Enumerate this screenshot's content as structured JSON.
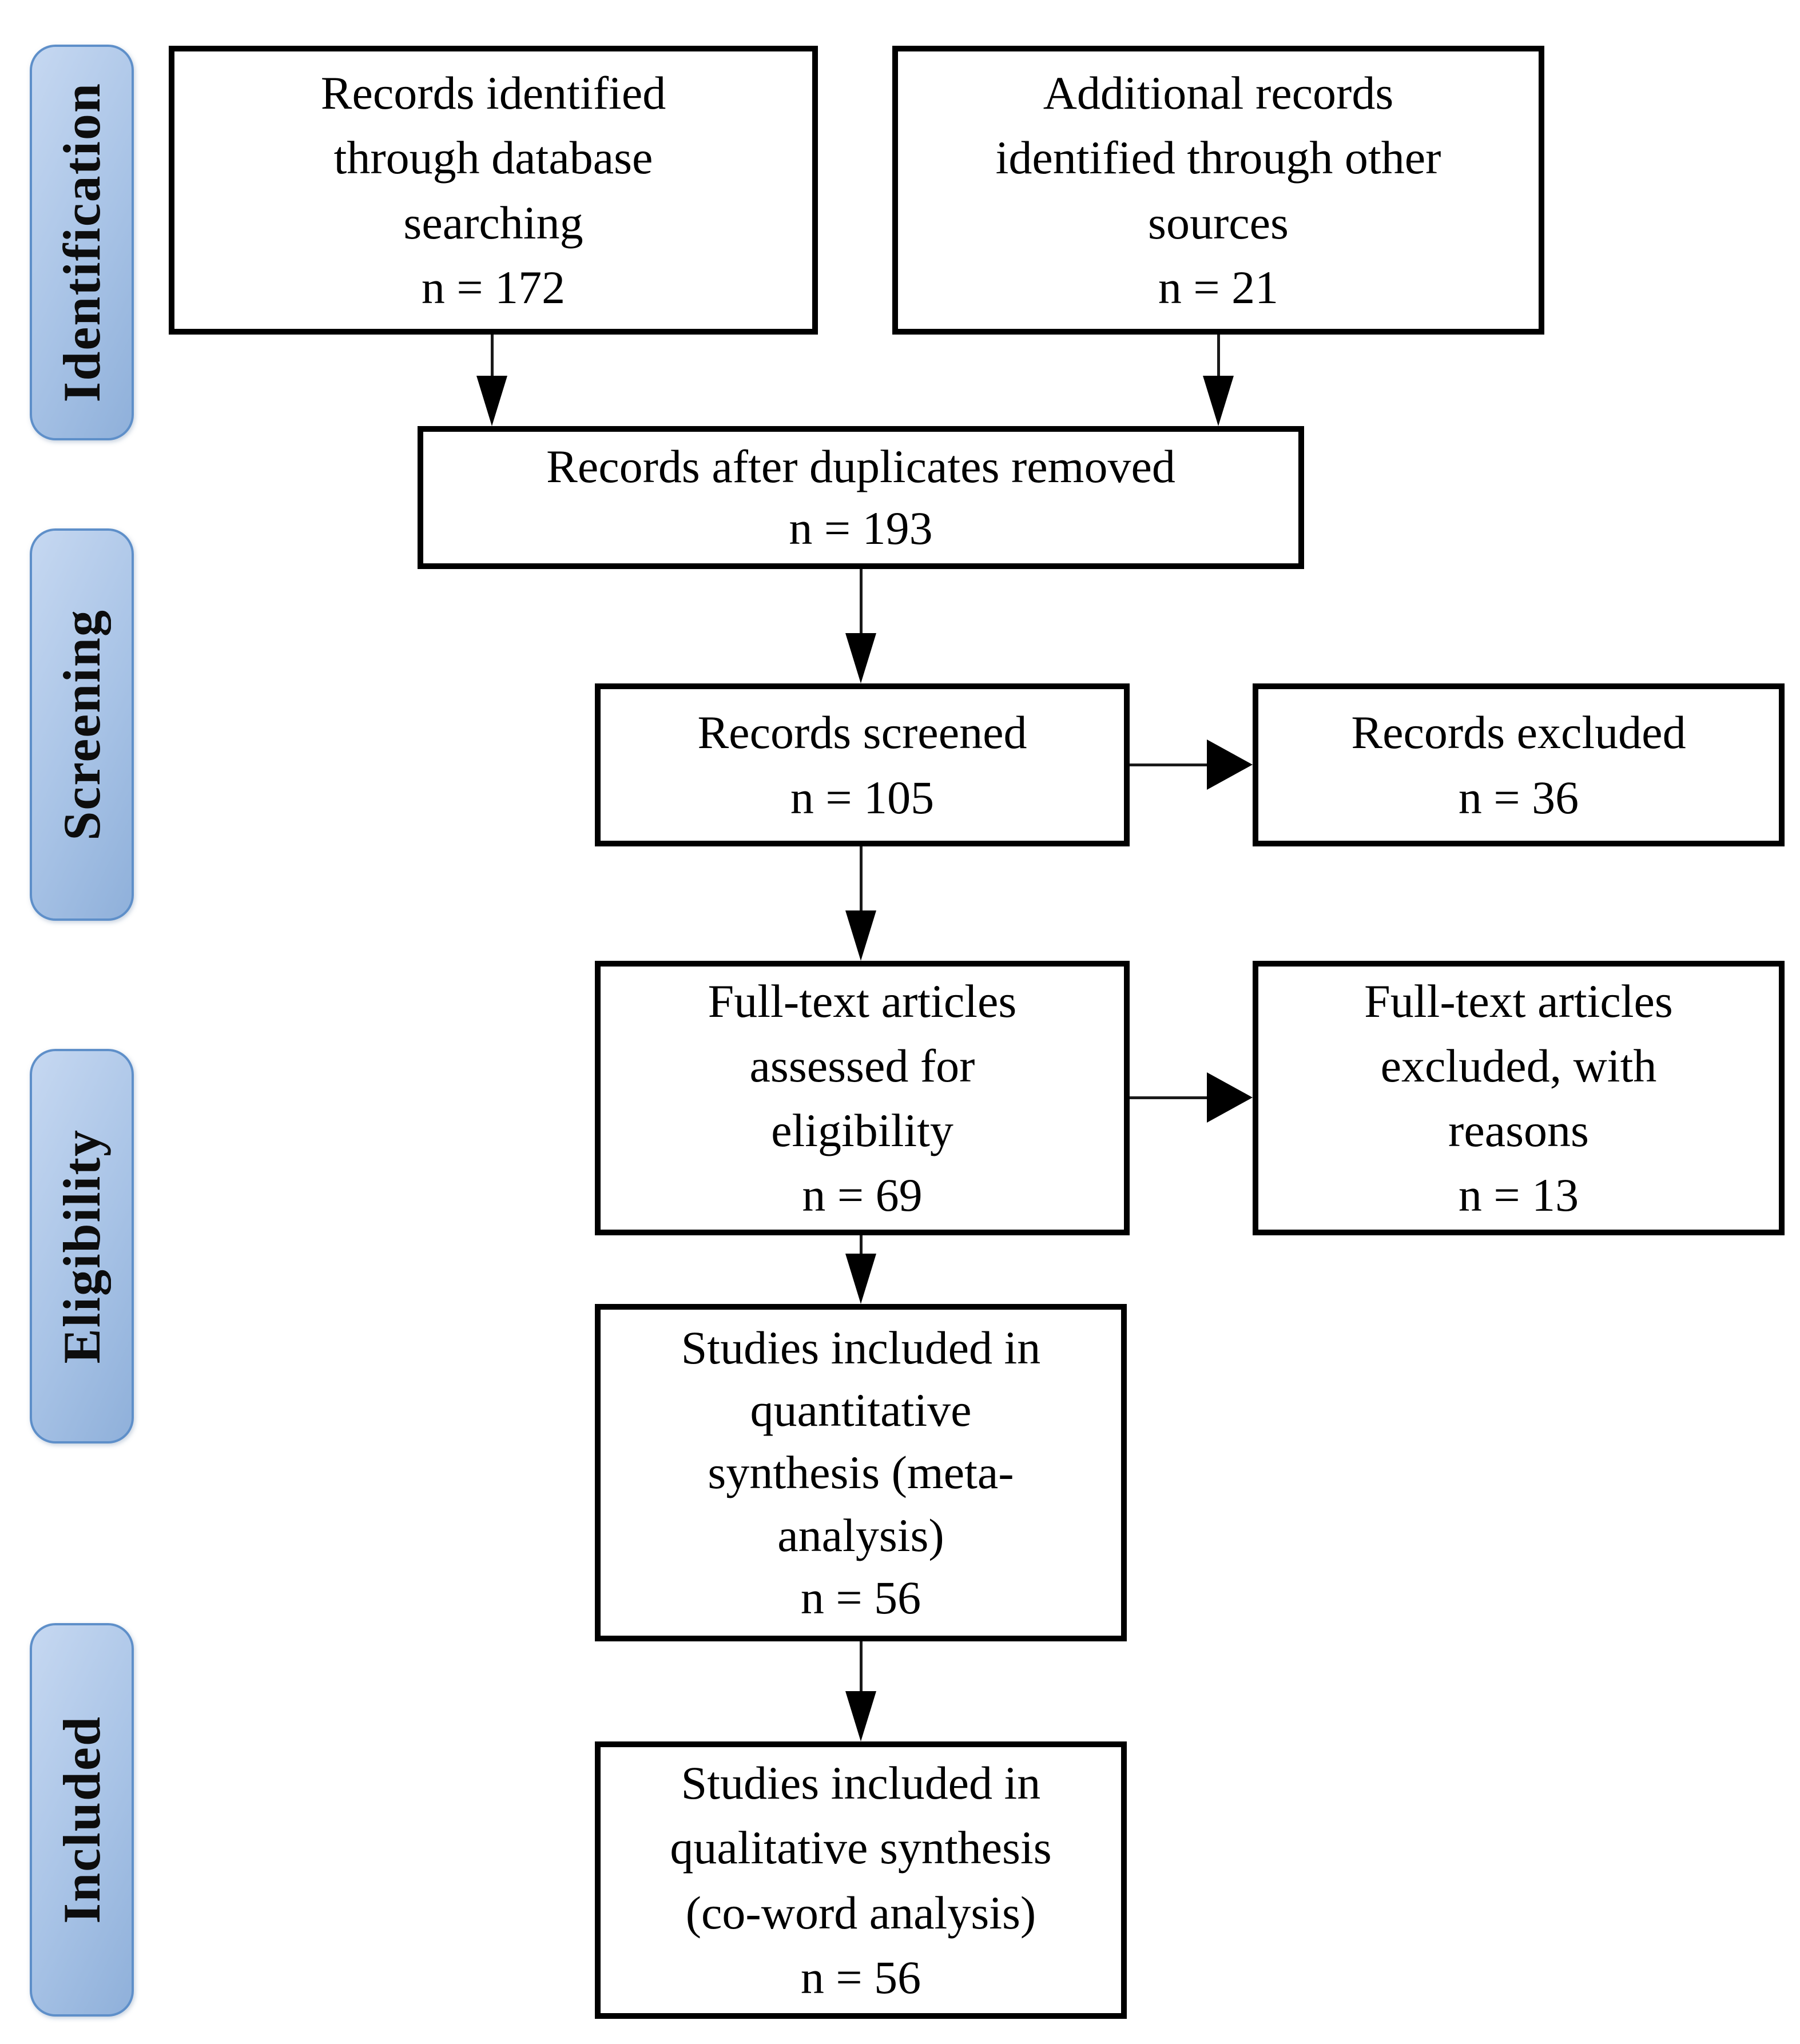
{
  "figure": {
    "type": "prisma-flow-diagram",
    "stages": [
      {
        "id": "identification",
        "label": "Identification"
      },
      {
        "id": "screening",
        "label": "Screening"
      },
      {
        "id": "eligibility",
        "label": "Eligibility"
      },
      {
        "id": "included",
        "label": "Included"
      }
    ],
    "boxes": {
      "database": {
        "text": "Records identified\nthrough database\nsearching\nn = 172"
      },
      "other": {
        "text": "Additional records\nidentified through other\nsources\nn = 21"
      },
      "duplicates": {
        "text": "Records after duplicates removed\nn = 193"
      },
      "screened": {
        "text": "Records screened\nn = 105"
      },
      "excluded": {
        "text": "Records excluded\nn = 36"
      },
      "fulltext": {
        "text": "Full-text articles\nassessed for\neligibility\nn = 69"
      },
      "ft_excluded": {
        "text": "Full-text articles\nexcluded, with\nreasons\nn = 13"
      },
      "quantitative": {
        "text": "Studies included in\nquantitative\nsynthesis (meta-\nanalysis)\nn = 56"
      },
      "qualitative": {
        "text": "Studies included in\nqualitative synthesis\n(co-word analysis)\nn = 56"
      }
    },
    "colors": {
      "stage_fill_light": "#c6d8f1",
      "stage_fill_dark": "#8fb0da",
      "stage_border": "#5e8fc9",
      "box_fill": "#ffffff",
      "box_border": "#000000",
      "arrow": "#1a1a1a",
      "text": "#000000",
      "background": "#ffffff"
    }
  }
}
